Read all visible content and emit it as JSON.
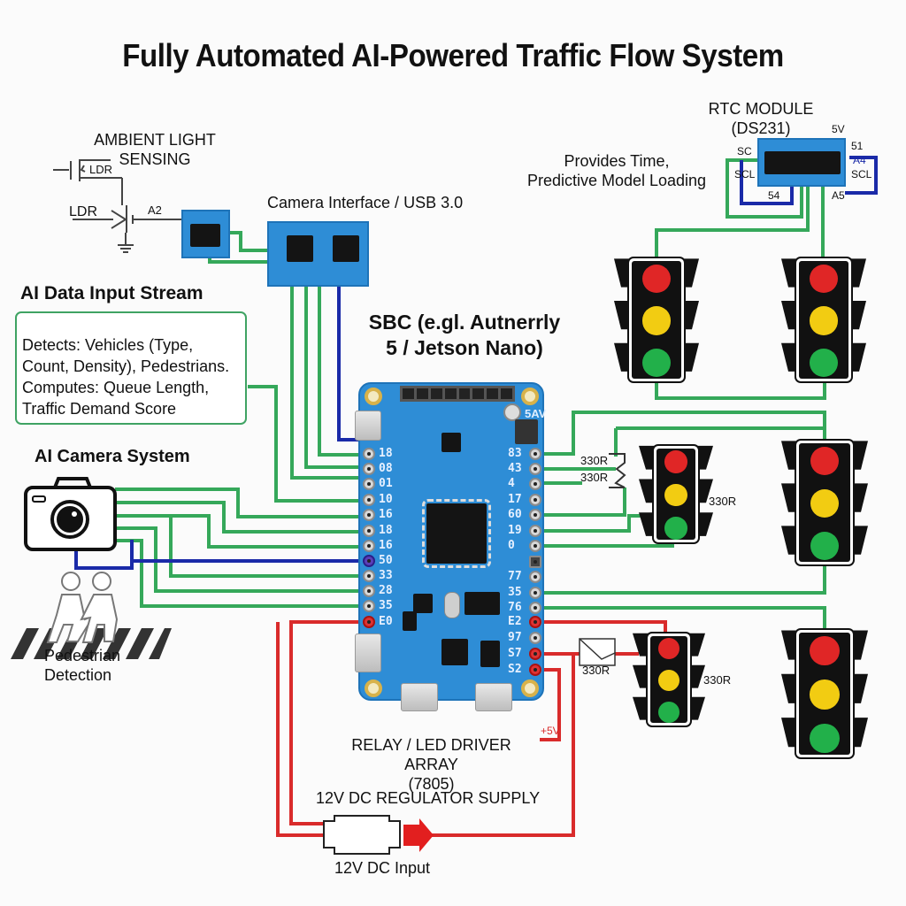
{
  "title": "Fully Automated AI-Powered Traffic Flow System",
  "ambient": {
    "title_line1": "AMBIENT LIGHT",
    "title_line2": "SENSING",
    "ldr_label_top": "LDR",
    "ldr_label_left": "LDR",
    "pin_label": "A2"
  },
  "camera_interface": {
    "label": "Camera Interface / USB 3.0"
  },
  "rtc": {
    "title_line1": "RTC MODULE",
    "title_line2": "(DS231)",
    "pin_5v": "5V",
    "pin_sc": "SC",
    "pin_scl_left": "SCL",
    "pin_51": "51",
    "pin_a4": "A4",
    "pin_scl_right": "SCL",
    "pin_54": "54",
    "pin_a5": "A5",
    "description_line1": "Provides Time,",
    "description_line2": "Predictive Model Loading"
  },
  "ai_data": {
    "heading": "AI Data Input Stream",
    "lines": [
      "Detects: Vehicles (Type,",
      "Count, Density), Pedestrians.",
      "Computes: Queue Length,",
      "Traffic Demand Score"
    ]
  },
  "camera_system": {
    "heading": "AI Camera System"
  },
  "pedestrian": {
    "line1": "Pedestrian",
    "line2": "Detection"
  },
  "sbc": {
    "title_line1": "SBC (e.gl. Autnerrly",
    "title_line2": "5 / Jetson Nano)",
    "corner_label": "5AV",
    "left_pins": [
      "18",
      "08",
      "01",
      "10",
      "16",
      "18",
      "16",
      "50",
      "33",
      "28",
      "35",
      "E0"
    ],
    "right_pins": [
      "83",
      "43",
      "4",
      "17",
      "60",
      "19",
      "0",
      "",
      "77",
      "35",
      "76",
      "E2",
      "97",
      "S7",
      "S2"
    ]
  },
  "resistors": {
    "r1": "330R",
    "r2": "330R",
    "r3": "330R",
    "r4": "330R",
    "r5": "330R"
  },
  "power": {
    "relay_line1": "RELAY / LED DRIVER ARRAY",
    "relay_line2": "(7805)",
    "plus5v": "+5V",
    "regulator_label": "12V DC REGULATOR SUPPLY",
    "input_label": "12V DC Input"
  },
  "traffic_lights": [
    {
      "id": "top-left",
      "lamps": [
        "red",
        "yellow",
        "green"
      ]
    },
    {
      "id": "top-right",
      "lamps": [
        "red",
        "yellow",
        "green"
      ]
    },
    {
      "id": "middle-small",
      "lamps": [
        "red",
        "yellow",
        "green"
      ]
    },
    {
      "id": "middle-right",
      "lamps": [
        "red",
        "yellow",
        "green"
      ]
    },
    {
      "id": "bottom-small",
      "lamps": [
        "red",
        "yellow",
        "green"
      ]
    },
    {
      "id": "bottom-right",
      "lamps": [
        "red",
        "yellow",
        "green"
      ]
    }
  ],
  "colors": {
    "wire_green": "#35a85a",
    "wire_blue": "#1a2aa8",
    "wire_red": "#d92b2b",
    "pcb_blue": "#2e8dd6",
    "lamp_red": "#e02626",
    "lamp_yellow": "#f2cc12",
    "lamp_green": "#22b04a"
  }
}
